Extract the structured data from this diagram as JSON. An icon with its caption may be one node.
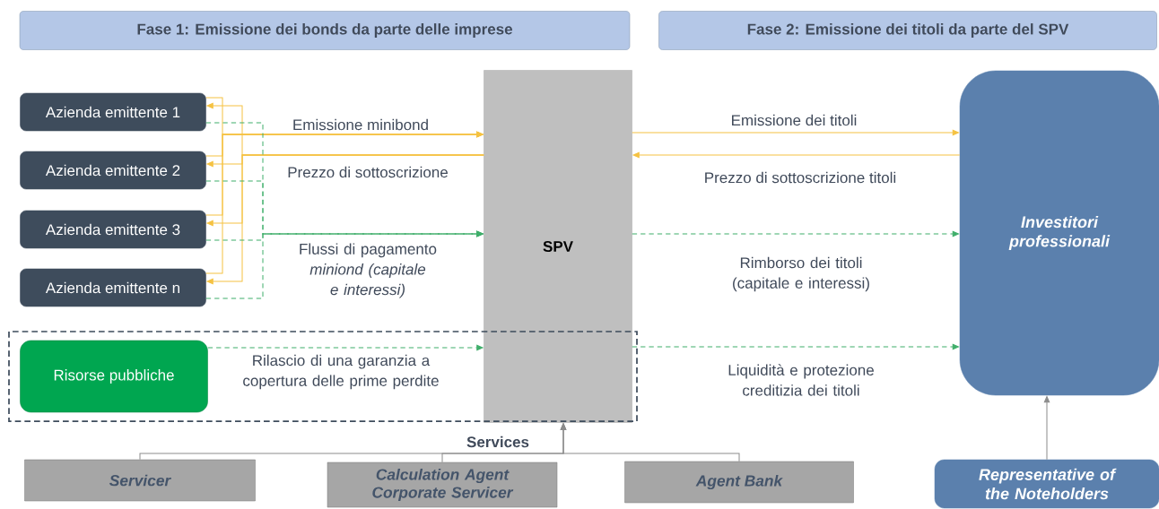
{
  "diagram": {
    "nodes": [
      {
        "text": [
          "Fase 1: Emissione dei bonds da parte delle imprese"
        ]
      },
      {
        "text": [
          "Fase 2: Emissione dei titoli da parte del SPV"
        ]
      },
      {
        "text": [
          "Azienda emittente 1"
        ]
      },
      {
        "text": [
          "Azienda emittente 2"
        ]
      },
      {
        "text": [
          "Azienda emittente 3"
        ]
      },
      {
        "text": [
          "Azienda emittente n"
        ]
      },
      {
        "text": [
          "Risorse pubbliche"
        ]
      },
      {
        "text": [
          "SPV"
        ]
      },
      {
        "text": [
          "Investitori professionali"
        ]
      },
      {
        "text": [
          "Servicer"
        ]
      },
      {
        "text": [
          "Calculation Agent Corporate Servicer"
        ]
      },
      {
        "text": [
          "Agent Bank"
        ]
      },
      {
        "text": [
          "Representative of the Noteholders"
        ]
      }
    ],
    "edges": [
      {
        "from": 2,
        "to": 7,
        "arrow": "to",
        "label": "Emissione minibond",
        "color": "#f5c242"
      },
      {
        "from": 3,
        "to": 7,
        "arrow": "to",
        "color": "#f5c242"
      },
      {
        "from": 4,
        "to": 7,
        "arrow": "to",
        "color": "#f5c242"
      },
      {
        "from": 5,
        "to": 7,
        "arrow": "to",
        "color": "#f5c242"
      },
      {
        "from": 7,
        "to": 2,
        "arrow": "to",
        "label": "Prezzo di sottoscrizione",
        "color": "#f5c242"
      },
      {
        "from": 7,
        "to": 3,
        "arrow": "to",
        "color": "#f5c242"
      },
      {
        "from": 7,
        "to": 4,
        "arrow": "to",
        "color": "#f5c242"
      },
      {
        "from": 7,
        "to": 5,
        "arrow": "to",
        "color": "#f5c242"
      },
      {
        "from": 2,
        "to": 7,
        "arrow": "to",
        "label": "Flussi di pagamento *miniond (capitale e interessi)*",
        "style": "dashed",
        "color": "#3fae6a"
      },
      {
        "from": 3,
        "to": 7,
        "arrow": "to",
        "style": "dashed",
        "color": "#3fae6a"
      },
      {
        "from": 4,
        "to": 7,
        "arrow": "to",
        "style": "dashed",
        "color": "#3fae6a"
      },
      {
        "from": 5,
        "to": 7,
        "arrow": "to",
        "style": "dashed",
        "color": "#3fae6a"
      },
      {
        "from": 6,
        "to": 7,
        "arrow": "to",
        "label": "Rilascio di una garanzia a copertura delle prime  perdite",
        "style": "dashed",
        "color": "#3fae6a"
      },
      {
        "from": 7,
        "to": 8,
        "arrow": "to",
        "label": "Emissione dei titoli",
        "color": "#f5c242"
      },
      {
        "from": 8,
        "to": 7,
        "arrow": "to",
        "label": "Prezzo di sottoscrizione titoli",
        "color": "#f5c242"
      },
      {
        "from": 7,
        "to": 8,
        "arrow": "to",
        "label": "Rimborso dei titoli (capitale e interessi)",
        "style": "dashed",
        "color": "#3fae6a"
      },
      {
        "from": 7,
        "to": 8,
        "arrow": "to",
        "label": "Liquidità e protezione creditizia dei titoli",
        "style": "dashed",
        "color": "#3fae6a"
      },
      {
        "from": 9,
        "to": 7,
        "arrow": "to",
        "label": "Services",
        "color": "#8c8c8c"
      },
      {
        "from": 10,
        "to": 7,
        "arrow": "to",
        "color": "#8c8c8c"
      },
      {
        "from": 11,
        "to": 7,
        "arrow": "to",
        "color": "#8c8c8c"
      },
      {
        "from": 12,
        "to": 8,
        "arrow": "to",
        "color": "#8c8c8c"
      }
    ]
  }
}
